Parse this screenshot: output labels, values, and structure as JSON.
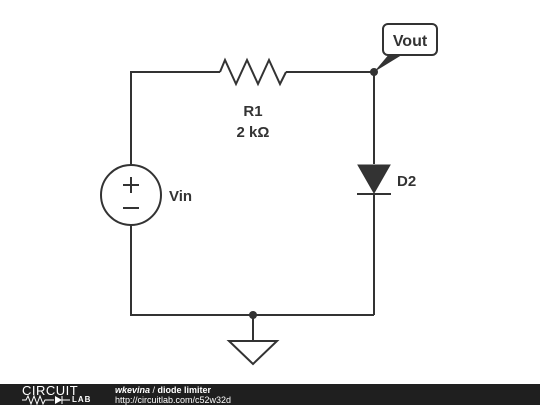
{
  "schematic": {
    "resistor": {
      "name": "R1",
      "value": "2 kΩ"
    },
    "diode": {
      "name": "D2"
    },
    "source": {
      "name": "Vin",
      "plus": "+",
      "minus": "−"
    },
    "output_flag": {
      "label": "Vout"
    }
  },
  "footer": {
    "logo_top": "CIRCUIT",
    "logo_bottom": "LAB",
    "author": "wkevina",
    "separator": " / ",
    "title": "diode limiter",
    "url": "http://circuitlab.com/c52w32d"
  }
}
